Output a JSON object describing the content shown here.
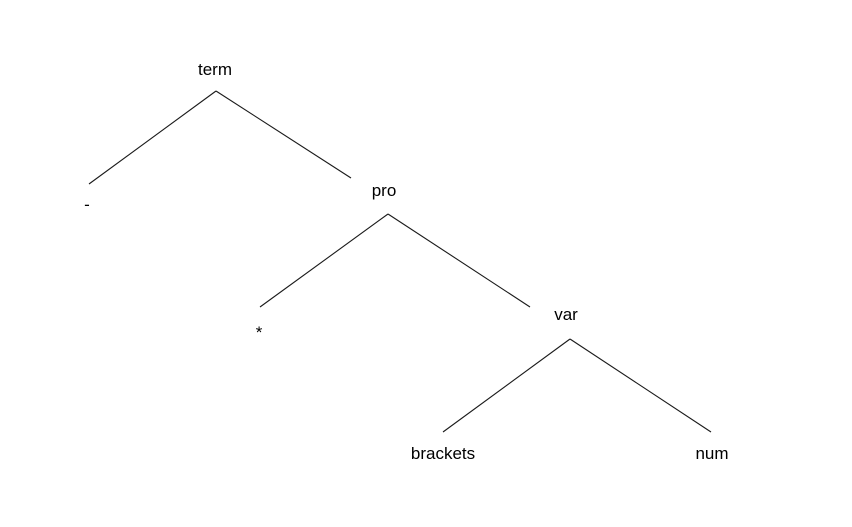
{
  "tree": {
    "nodes": [
      {
        "id": "term",
        "label": "term"
      },
      {
        "id": "minus",
        "label": "-"
      },
      {
        "id": "pro",
        "label": "pro"
      },
      {
        "id": "star",
        "label": "*"
      },
      {
        "id": "var",
        "label": "var"
      },
      {
        "id": "brackets",
        "label": "brackets"
      },
      {
        "id": "num",
        "label": "num"
      }
    ],
    "edges": [
      {
        "from": "term",
        "to": "minus"
      },
      {
        "from": "term",
        "to": "pro"
      },
      {
        "from": "pro",
        "to": "star"
      },
      {
        "from": "pro",
        "to": "var"
      },
      {
        "from": "var",
        "to": "brackets"
      },
      {
        "from": "var",
        "to": "num"
      }
    ]
  }
}
